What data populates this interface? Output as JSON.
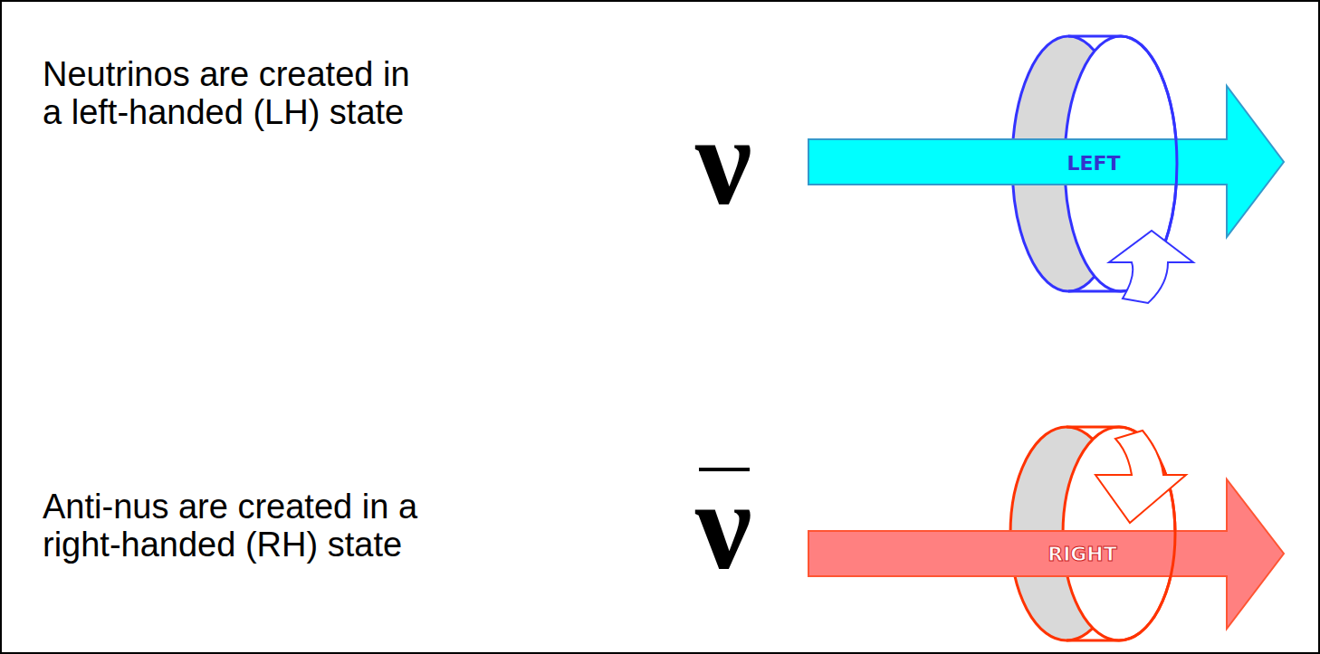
{
  "diagram": {
    "nodes": [
      {
        "text": [
          "LEFT"
        ]
      },
      {
        "text": [
          "RIGHT"
        ]
      }
    ],
    "labels": [
      "Neutrinos are created in a left-handed (LH) state",
      "ν",
      "Anti-nus are created in a right-handed (RH) state",
      "ν"
    ]
  }
}
